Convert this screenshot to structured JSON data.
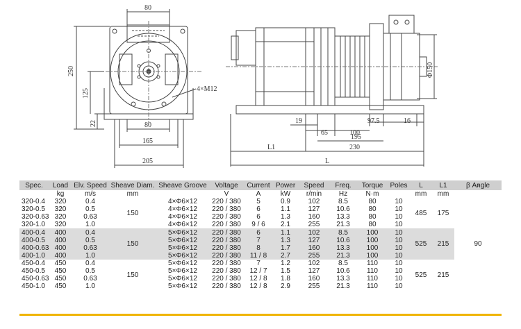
{
  "drawing": {
    "front_dims": [
      "80",
      "250",
      "125",
      "22",
      "80",
      "165",
      "205"
    ],
    "bolt_note": "4×M12",
    "side_dims": [
      "19",
      "65",
      "97.5",
      "100",
      "16",
      "195",
      "L1",
      "230",
      "L",
      "Φ150"
    ]
  },
  "table": {
    "headers": [
      "Spec.",
      "Load",
      "Elv. Speed",
      "Sheave Diam.",
      "Sheave Groove",
      "Voltage",
      "Current",
      "Power",
      "Speed",
      "Freq.",
      "Torque",
      "Poles",
      "L",
      "L1",
      "β Angle"
    ],
    "units": [
      "",
      "kg",
      "m/s",
      "mm",
      "",
      "V",
      "A",
      "kW",
      "r/min",
      "Hz",
      "N·m",
      "",
      "mm",
      "mm",
      "°"
    ],
    "groups": [
      {
        "sheave_diam": "150",
        "L": "485",
        "L1": "175",
        "rows": [
          [
            "320-0.4",
            "320",
            "0.4",
            "4×Φ6×12",
            "220 / 380",
            "5",
            "0.9",
            "102",
            "8.5",
            "80",
            "10"
          ],
          [
            "320-0.5",
            "320",
            "0.5",
            "4×Φ6×12",
            "220 / 380",
            "6",
            "1.1",
            "127",
            "10.6",
            "80",
            "10"
          ],
          [
            "320-0.63",
            "320",
            "0.63",
            "4×Φ6×12",
            "220 / 380",
            "6",
            "1.3",
            "160",
            "13.3",
            "80",
            "10"
          ],
          [
            "320-1.0",
            "320",
            "1.0",
            "4×Φ6×12",
            "220 / 380",
            "9 / 6",
            "2.1",
            "255",
            "21.3",
            "80",
            "10"
          ]
        ]
      },
      {
        "sheave_diam": "150",
        "L": "525",
        "L1": "215",
        "rows": [
          [
            "400-0.4",
            "400",
            "0.4",
            "5×Φ6×12",
            "220 / 380",
            "6",
            "1.1",
            "102",
            "8.5",
            "100",
            "10"
          ],
          [
            "400-0.5",
            "400",
            "0.5",
            "5×Φ6×12",
            "220 / 380",
            "7",
            "1.3",
            "127",
            "10.6",
            "100",
            "10"
          ],
          [
            "400-0.63",
            "400",
            "0.63",
            "5×Φ6×12",
            "220 / 380",
            "8",
            "1.7",
            "160",
            "13.3",
            "100",
            "10"
          ],
          [
            "400-1.0",
            "400",
            "1.0",
            "5×Φ6×12",
            "220 / 380",
            "11 / 8",
            "2.7",
            "255",
            "21.3",
            "100",
            "10"
          ]
        ]
      },
      {
        "sheave_diam": "150",
        "L": "525",
        "L1": "215",
        "rows": [
          [
            "450-0.4",
            "450",
            "0.4",
            "5×Φ6×12",
            "220 / 380",
            "7",
            "1.2",
            "102",
            "8.5",
            "110",
            "10"
          ],
          [
            "450-0.5",
            "450",
            "0.5",
            "5×Φ6×12",
            "220 / 380",
            "12 / 7",
            "1.5",
            "127",
            "10.6",
            "110",
            "10"
          ],
          [
            "450-0.63",
            "450",
            "0.63",
            "5×Φ6×12",
            "220 / 380",
            "12 / 8",
            "1.8",
            "160",
            "13.3",
            "110",
            "10"
          ],
          [
            "450-1.0",
            "450",
            "1.0",
            "5×Φ6×12",
            "220 / 380",
            "12 / 8",
            "2.9",
            "255",
            "21.3",
            "110",
            "10"
          ]
        ]
      }
    ],
    "beta_angle": "90"
  },
  "colors": {
    "header_bg": "#cfcfcf",
    "shaded_group_bg": "#dcdcdc",
    "accent_bar": "#f0b400",
    "line": "#444444"
  }
}
